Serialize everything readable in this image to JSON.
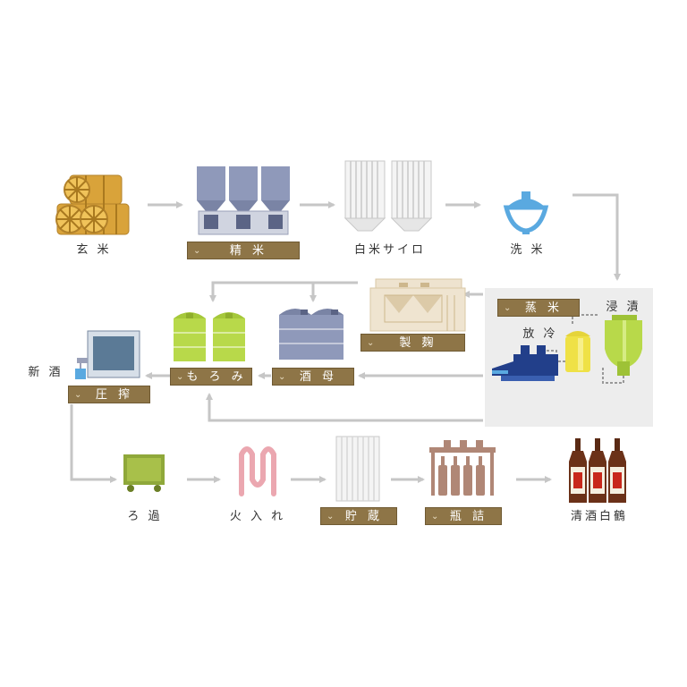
{
  "colors": {
    "arrow": "#c6c6c6",
    "tag_bg": "#8e7547",
    "highlight_bg": "#ededed",
    "gold": "#d9a33a",
    "blue_gray": "#8f99ba",
    "sky": "#5aa9e0",
    "green": "#b8d94a",
    "navy": "#223f8a",
    "yellow": "#efe146",
    "pink": "#eba7b0",
    "olive": "#8fa83a",
    "beige": "#d9c7a5",
    "brown": "#b08776"
  },
  "steps": {
    "genmai": "玄 米",
    "seimai": "精 米",
    "hakumai_silo": "白米サイロ",
    "senmai": "洗 米",
    "joumai": "蒸 米",
    "shinseki": "浸 漬",
    "hourei": "放 冷",
    "seikiku": "製 麹",
    "shubo": "酒 母",
    "moromi": "も ろ み",
    "assaku": "圧 搾",
    "shinshu": "新 酒",
    "roka": "ろ 過",
    "hiire": "火 入 れ",
    "chozou": "貯 蔵",
    "binzume": "瓶 詰",
    "product": "清酒白鶴"
  },
  "chevron": "⌄"
}
